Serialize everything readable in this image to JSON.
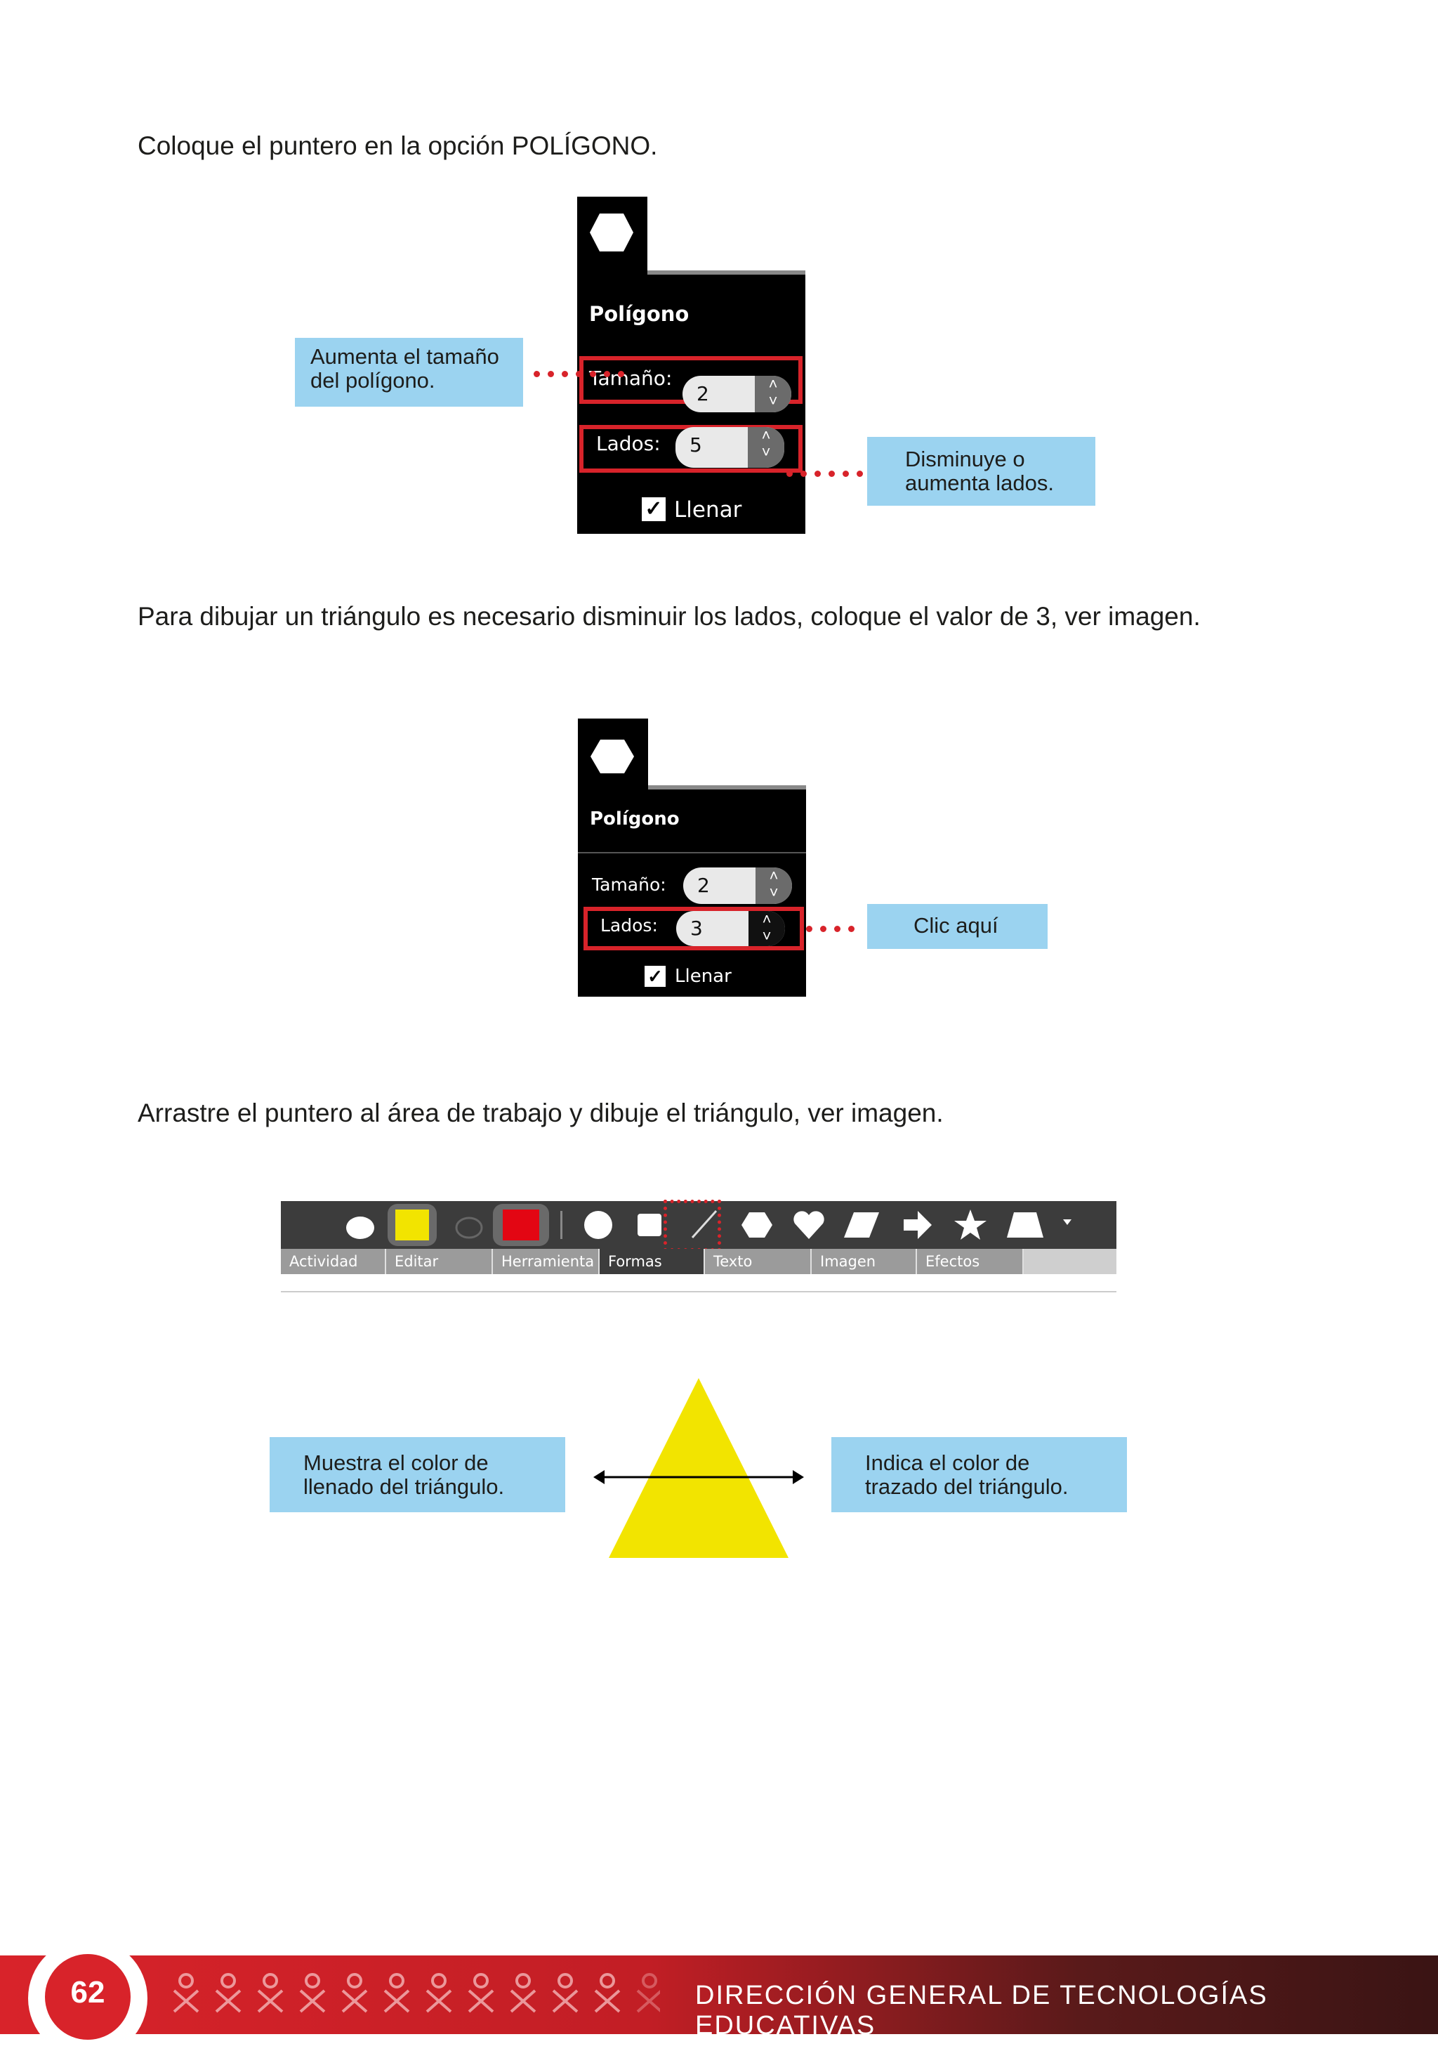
{
  "instructions": {
    "step1": "Coloque el puntero en la opción POLÍGONO.",
    "step2": "Para dibujar un triángulo es necesario disminuir los lados, coloque el valor de 3, ver imagen.",
    "step3": "Arrastre el puntero al área de trabajo y dibuje el triángulo, ver imagen."
  },
  "panel1": {
    "title": "Polígono",
    "size_label": "Tamaño:",
    "size_value": "2",
    "sides_label": "Lados:",
    "sides_value": "5",
    "fill_label": "Llenar",
    "callout_left_line1": "Aumenta el tamaño",
    "callout_left_line2": "del polígono.",
    "callout_right_line1": "Disminuye o",
    "callout_right_line2": "aumenta lados."
  },
  "panel2": {
    "title": "Polígono",
    "size_label": "Tamaño:",
    "size_value": "2",
    "sides_label": "Lados:",
    "sides_value": "3",
    "fill_label": "Llenar",
    "callout": "Clic aquí"
  },
  "toolbar": {
    "tabs": [
      "Actividad",
      "Editar",
      "Herramienta",
      "Formas",
      "Texto",
      "Imagen",
      "Efectos"
    ],
    "active_tab": "Formas",
    "fill_color": "#f2e400",
    "stroke_color": "#e30613",
    "icons": [
      "ellipse-icon",
      "rectangle-icon",
      "line-icon",
      "hexagon-icon",
      "heart-icon",
      "parallelogram-icon",
      "arrow-icon",
      "star-icon",
      "trapezoid-icon",
      "more-icon"
    ]
  },
  "triangle": {
    "callout_left_line1": "Muestra el color de",
    "callout_left_line2": "llenado del triángulo.",
    "callout_right_line1": "Indica el color de",
    "callout_right_line2": "trazado del triángulo.",
    "color": "#f2e400"
  },
  "footer": {
    "page_number": "62",
    "title": "DIRECCIÓN GENERAL DE TECNOLOGÍAS EDUCATIVAS"
  }
}
